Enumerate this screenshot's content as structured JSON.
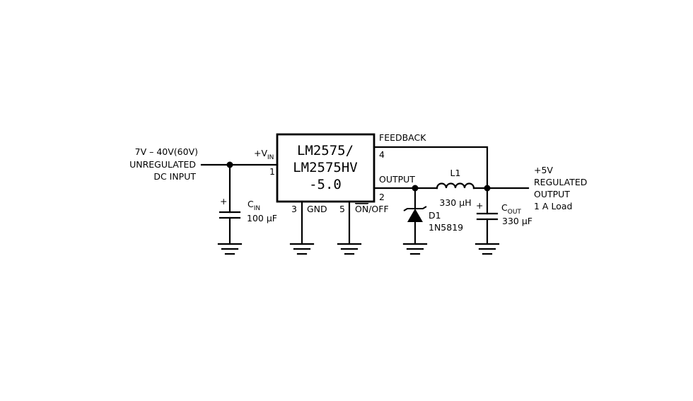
{
  "input": {
    "line1": "7V – 40V(60V)",
    "line2": "UNREGULATED",
    "line3": "DC INPUT"
  },
  "chip": {
    "line1": "LM2575/",
    "line2": "LM2575HV",
    "line3": "-5.0",
    "vin_label": "+V",
    "vin_sub": "IN",
    "pin1": "1",
    "pin2": "2",
    "pin3": "3",
    "pin4": "4",
    "pin5": "5",
    "gnd_label": "GND",
    "feedback_label": "FEEDBACK",
    "output_label": "OUTPUT",
    "onoff_on": "ON",
    "onoff_off": "/OFF"
  },
  "cin": {
    "plus": "+",
    "name": "C",
    "name_sub": "IN",
    "value": "100 μF"
  },
  "diode": {
    "name": "D1",
    "part": "1N5819"
  },
  "inductor": {
    "name": "L1",
    "value": "330 μH"
  },
  "cout": {
    "plus": "+",
    "name": "C",
    "name_sub": "OUT",
    "value": "330 μF"
  },
  "output": {
    "line1": "+5V",
    "line2": "REGULATED",
    "line3": "OUTPUT",
    "line4": "1 A Load"
  }
}
